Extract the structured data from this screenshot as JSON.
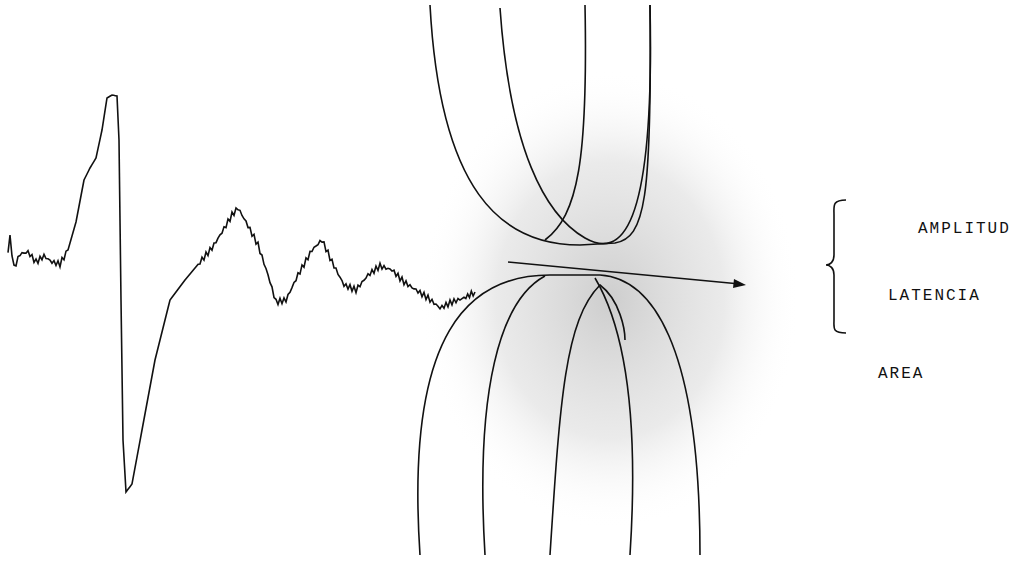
{
  "diagram": {
    "labels": [
      "AMPLITUD",
      "LATENCIA",
      "AREA"
    ]
  }
}
